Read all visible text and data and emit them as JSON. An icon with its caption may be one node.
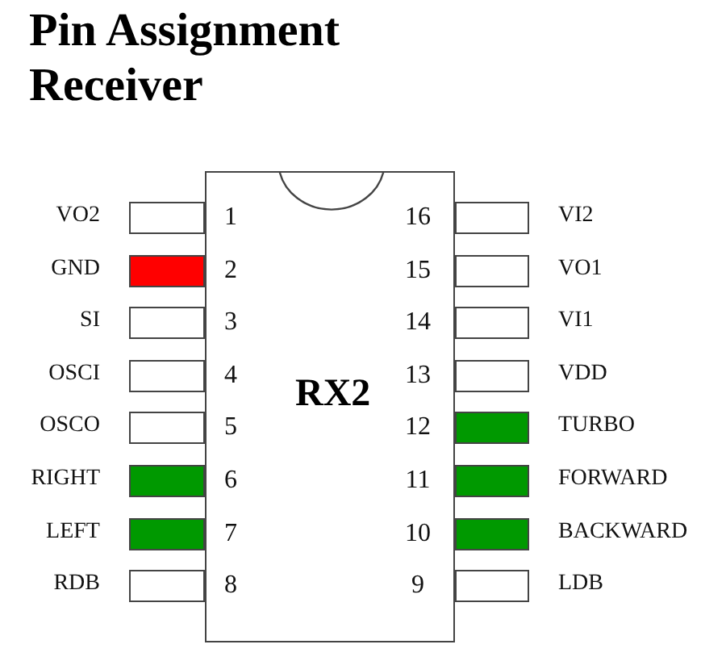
{
  "diagram": {
    "title": "Pin Assignment Receiver",
    "nodes": [
      {
        "text": [
          "RX2"
        ]
      },
      {
        "text": [],
        "shape": "bar",
        "beside": [
          "VO2"
        ]
      },
      {
        "text": [],
        "shape": "bar",
        "beside": [
          "GND"
        ]
      },
      {
        "text": [],
        "shape": "bar",
        "beside": [
          "SI"
        ]
      },
      {
        "text": [],
        "shape": "bar",
        "beside": [
          "OSCI"
        ]
      },
      {
        "text": [],
        "shape": "bar",
        "beside": [
          "OSCO"
        ]
      },
      {
        "text": [],
        "shape": "bar",
        "beside": [
          "RIGHT"
        ]
      },
      {
        "text": [],
        "shape": "bar",
        "beside": [
          "LEFT"
        ]
      },
      {
        "text": [],
        "shape": "bar",
        "beside": [
          "RDB"
        ]
      },
      {
        "text": [],
        "shape": "bar",
        "beside": [
          "VI2"
        ]
      },
      {
        "text": [],
        "shape": "bar",
        "beside": [
          "VO1"
        ]
      },
      {
        "text": [],
        "shape": "bar",
        "beside": [
          "VI1"
        ]
      },
      {
        "text": [],
        "shape": "bar",
        "beside": [
          "VDD"
        ]
      },
      {
        "text": [],
        "shape": "bar",
        "beside": [
          "TURBO"
        ]
      },
      {
        "text": [],
        "shape": "bar",
        "beside": [
          "FORWARD"
        ]
      },
      {
        "text": [],
        "shape": "bar",
        "beside": [
          "BACKWARD"
        ]
      },
      {
        "text": [],
        "shape": "bar",
        "beside": [
          "LDB"
        ]
      }
    ],
    "labels": [
      "1",
      "16",
      "2",
      "15",
      "3",
      "14",
      "4",
      "13",
      "5",
      "12",
      "6",
      "11",
      "7",
      "10",
      "8",
      "9"
    ]
  }
}
